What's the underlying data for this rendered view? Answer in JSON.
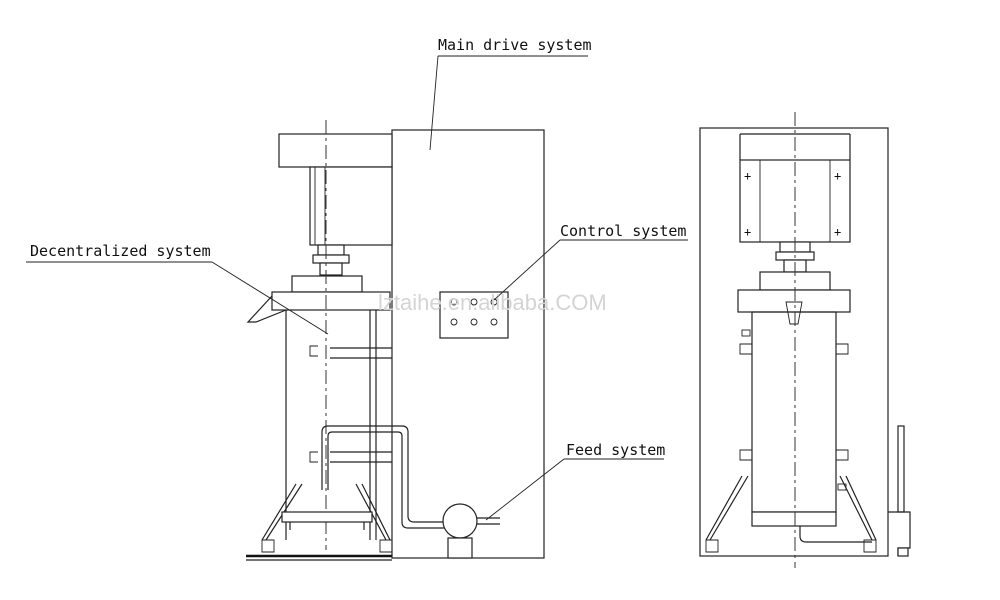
{
  "labels": {
    "main_drive": "Main drive system",
    "decentralized": "Decentralized system",
    "control": "Control system",
    "feed": "Feed system"
  },
  "watermark": "lztaihe.en.alibaba.COM"
}
